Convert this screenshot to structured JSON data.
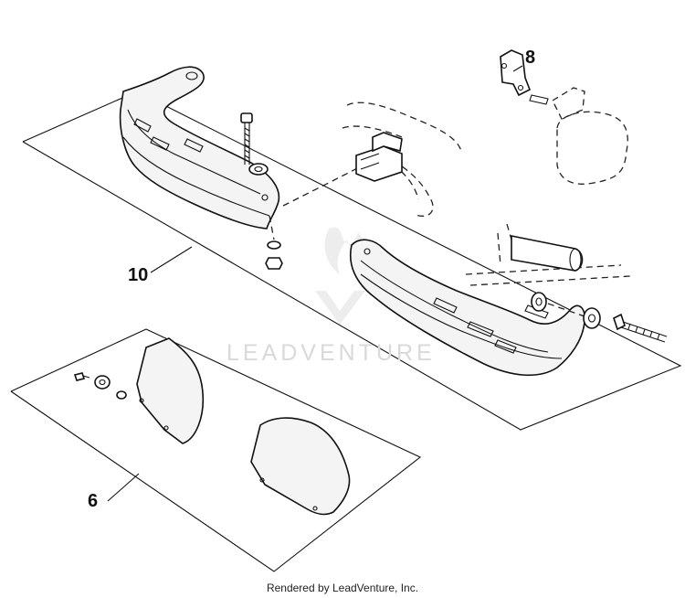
{
  "callouts": [
    {
      "id": "10",
      "label": "10"
    },
    {
      "id": "8",
      "label": "8"
    },
    {
      "id": "6",
      "label": "6"
    }
  ],
  "watermark": {
    "text": "LEADVENTURE"
  },
  "footer": {
    "text": "Rendered by LeadVenture, Inc."
  },
  "icons": {
    "watermark_logo": "leadventure-logo-icon"
  }
}
